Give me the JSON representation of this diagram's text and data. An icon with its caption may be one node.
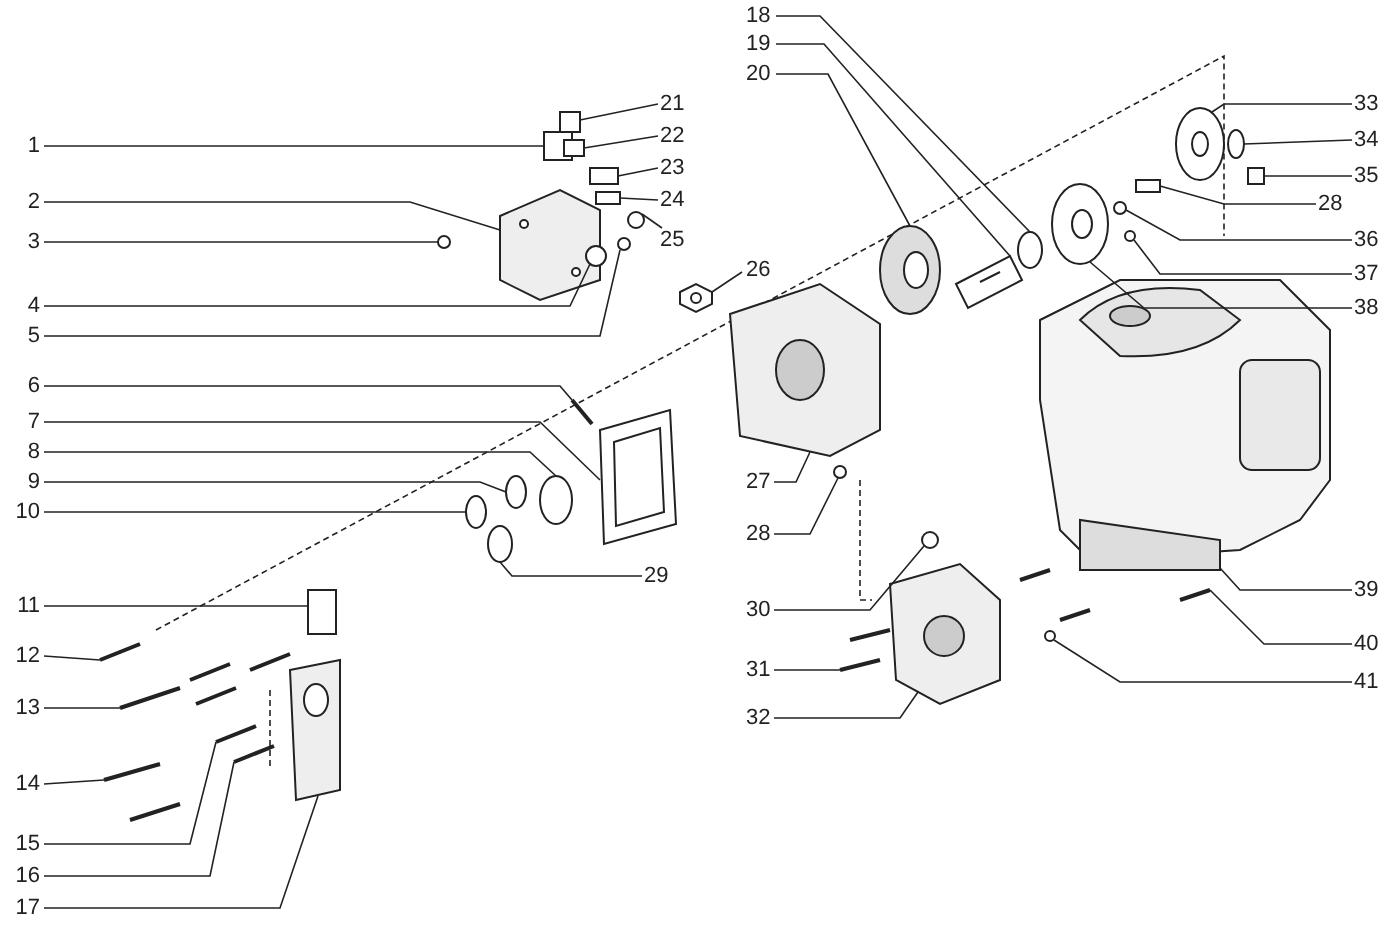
{
  "diagram": {
    "nodes": [
      {
        "text": [
          "1"
        ]
      },
      {
        "text": [
          "2"
        ]
      },
      {
        "text": [
          "3"
        ]
      },
      {
        "text": [
          "4"
        ]
      },
      {
        "text": [
          "5"
        ]
      },
      {
        "text": [
          "6"
        ]
      },
      {
        "text": [
          "7"
        ]
      },
      {
        "text": [
          "8"
        ]
      },
      {
        "text": [
          "9"
        ]
      },
      {
        "text": [
          "10"
        ]
      },
      {
        "text": [
          "11"
        ]
      },
      {
        "text": [
          "12"
        ]
      },
      {
        "text": [
          "13"
        ]
      },
      {
        "text": [
          "14"
        ]
      },
      {
        "text": [
          "15"
        ]
      },
      {
        "text": [
          "16"
        ]
      },
      {
        "text": [
          "17"
        ]
      },
      {
        "text": [
          "18"
        ]
      },
      {
        "text": [
          "19"
        ]
      },
      {
        "text": [
          "20"
        ]
      },
      {
        "text": [
          "21"
        ]
      },
      {
        "text": [
          "22"
        ]
      },
      {
        "text": [
          "23"
        ]
      },
      {
        "text": [
          "24"
        ]
      },
      {
        "text": [
          "25"
        ]
      },
      {
        "text": [
          "26"
        ]
      },
      {
        "text": [
          "27"
        ]
      },
      {
        "text": [
          "28"
        ]
      },
      {
        "text": [
          "29"
        ]
      },
      {
        "text": [
          "30"
        ]
      },
      {
        "text": [
          "31"
        ]
      },
      {
        "text": [
          "32"
        ]
      },
      {
        "text": [
          "33"
        ]
      },
      {
        "text": [
          "34"
        ]
      },
      {
        "text": [
          "35"
        ]
      },
      {
        "text": [
          "28"
        ]
      },
      {
        "text": [
          "36"
        ]
      },
      {
        "text": [
          "37"
        ]
      },
      {
        "text": [
          "38"
        ]
      },
      {
        "text": [
          "39"
        ]
      },
      {
        "text": [
          "40"
        ]
      },
      {
        "text": [
          "41"
        ]
      },
      {
        "text": [],
        "shape": "box"
      },
      {
        "text": [],
        "shape": "picture"
      },
      {
        "text": [],
        "shape": "circle"
      },
      {
        "text": [],
        "shape": "circle"
      },
      {
        "text": [],
        "shape": "circle"
      },
      {
        "text": [],
        "shape": "bar"
      },
      {
        "text": [],
        "shape": "picture"
      },
      {
        "text": [],
        "shape": "circle"
      },
      {
        "text": [],
        "shape": "circle"
      },
      {
        "text": [],
        "shape": "circle"
      },
      {
        "text": [],
        "shape": "box"
      },
      {
        "text": [],
        "shape": "bar"
      },
      {
        "text": [],
        "shape": "bar"
      },
      {
        "text": [],
        "shape": "bar"
      },
      {
        "text": [],
        "shape": "bar"
      },
      {
        "text": [],
        "shape": "bar"
      },
      {
        "text": [],
        "shape": "picture"
      },
      {
        "text": [],
        "shape": "circle"
      },
      {
        "text": [],
        "shape": "picture"
      },
      {
        "text": [],
        "shape": "picture"
      },
      {
        "text": [],
        "shape": "box"
      },
      {
        "text": [],
        "shape": "box"
      },
      {
        "text": [],
        "shape": "box"
      },
      {
        "text": [],
        "shape": "box"
      },
      {
        "text": [],
        "shape": "circle"
      },
      {
        "text": [],
        "shape": "picture"
      },
      {
        "text": [],
        "shape": "picture"
      },
      {
        "text": [],
        "shape": "circle"
      },
      {
        "text": [],
        "shape": "circle"
      },
      {
        "text": [],
        "shape": "circle"
      },
      {
        "text": [],
        "shape": "bar"
      },
      {
        "text": [],
        "shape": "picture"
      },
      {
        "text": [],
        "shape": "picture"
      },
      {
        "text": [],
        "shape": "circle"
      },
      {
        "text": [],
        "shape": "box"
      },
      {
        "text": [],
        "shape": "box"
      },
      {
        "text": [],
        "shape": "circle"
      },
      {
        "text": [],
        "shape": "circle"
      },
      {
        "text": [],
        "shape": "picture"
      },
      {
        "text": [],
        "shape": "picture"
      },
      {
        "text": [],
        "shape": "bar"
      },
      {
        "text": [],
        "shape": "circle"
      }
    ],
    "edges": [
      {
        "from": 0,
        "to": 42,
        "arrow": "none"
      },
      {
        "from": 1,
        "to": 43,
        "arrow": "none"
      },
      {
        "from": 2,
        "to": 44,
        "arrow": "none"
      },
      {
        "from": 3,
        "to": 45,
        "arrow": "none"
      },
      {
        "from": 4,
        "to": 46,
        "arrow": "none"
      },
      {
        "from": 5,
        "to": 47,
        "arrow": "none"
      },
      {
        "from": 6,
        "to": 48,
        "arrow": "none"
      },
      {
        "from": 7,
        "to": 49,
        "arrow": "none"
      },
      {
        "from": 8,
        "to": 50,
        "arrow": "none"
      },
      {
        "from": 9,
        "to": 51,
        "arrow": "none"
      },
      {
        "from": 10,
        "to": 52,
        "arrow": "none"
      },
      {
        "from": 11,
        "to": 53,
        "arrow": "none"
      },
      {
        "from": 12,
        "to": 54,
        "arrow": "none"
      },
      {
        "from": 13,
        "to": 55,
        "arrow": "none"
      },
      {
        "from": 14,
        "to": 56,
        "arrow": "none"
      },
      {
        "from": 15,
        "to": 57,
        "arrow": "none"
      },
      {
        "from": 16,
        "to": 58,
        "arrow": "none"
      },
      {
        "from": 17,
        "to": 59,
        "arrow": "none"
      },
      {
        "from": 18,
        "to": 60,
        "arrow": "none"
      },
      {
        "from": 19,
        "to": 61,
        "arrow": "none"
      },
      {
        "from": 20,
        "to": 62,
        "arrow": "none"
      },
      {
        "from": 21,
        "to": 63,
        "arrow": "none"
      },
      {
        "from": 22,
        "to": 64,
        "arrow": "none"
      },
      {
        "from": 23,
        "to": 65,
        "arrow": "none"
      },
      {
        "from": 24,
        "to": 66,
        "arrow": "none"
      },
      {
        "from": 25,
        "to": 67,
        "arrow": "none"
      },
      {
        "from": 26,
        "to": 68,
        "arrow": "none"
      },
      {
        "from": 27,
        "to": 69,
        "arrow": "none"
      },
      {
        "from": 28,
        "to": 70,
        "arrow": "none"
      },
      {
        "from": 29,
        "to": 71,
        "arrow": "none"
      },
      {
        "from": 30,
        "to": 72,
        "arrow": "none"
      },
      {
        "from": 31,
        "to": 73,
        "arrow": "none"
      },
      {
        "from": 32,
        "to": 74,
        "arrow": "none"
      },
      {
        "from": 33,
        "to": 75,
        "arrow": "none"
      },
      {
        "from": 34,
        "to": 76,
        "arrow": "none"
      },
      {
        "from": 35,
        "to": 77,
        "arrow": "none"
      },
      {
        "from": 36,
        "to": 78,
        "arrow": "none"
      },
      {
        "from": 37,
        "to": 79,
        "arrow": "none"
      },
      {
        "from": 38,
        "to": 80,
        "arrow": "none"
      },
      {
        "from": 39,
        "to": 81,
        "arrow": "none"
      },
      {
        "from": 40,
        "to": 82,
        "arrow": "none"
      },
      {
        "from": 41,
        "to": 83,
        "arrow": "none"
      }
    ]
  }
}
